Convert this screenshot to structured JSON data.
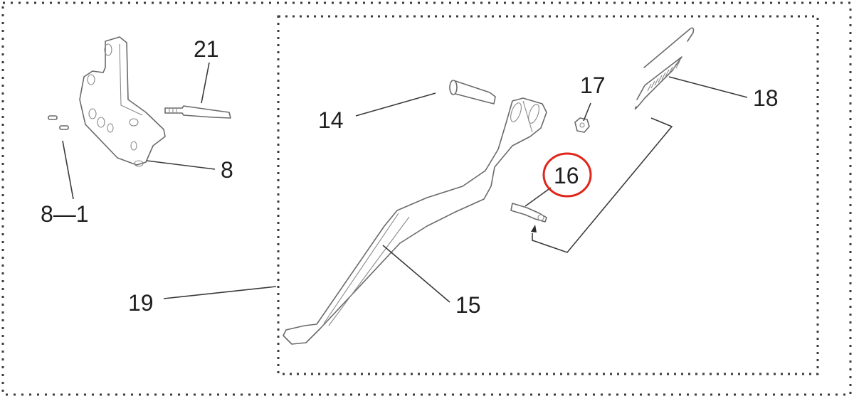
{
  "diagram": {
    "type": "exploded-parts-diagram",
    "subject": "side stand assembly",
    "highlight_color": "#e0261b",
    "highlighted_part": "16",
    "labels": [
      {
        "id": "8",
        "text": "8"
      },
      {
        "id": "8-1",
        "text": "8—1"
      },
      {
        "id": "14",
        "text": "14"
      },
      {
        "id": "15",
        "text": "15"
      },
      {
        "id": "16",
        "text": "16"
      },
      {
        "id": "17",
        "text": "17"
      },
      {
        "id": "18",
        "text": "18"
      },
      {
        "id": "19",
        "text": "19"
      },
      {
        "id": "21",
        "text": "21"
      }
    ]
  }
}
